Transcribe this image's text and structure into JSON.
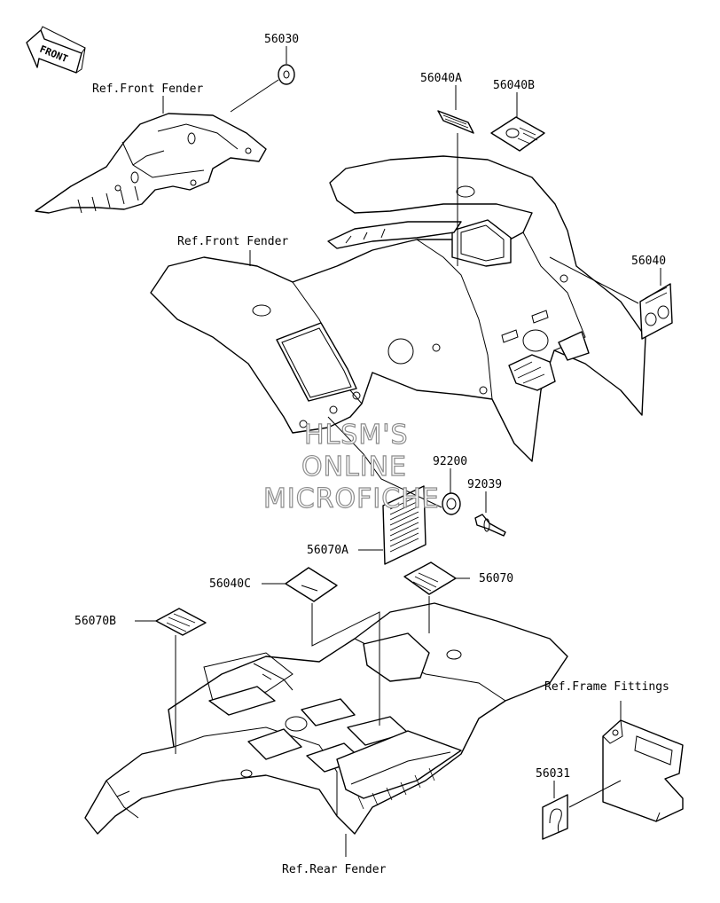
{
  "labels": {
    "p56030": "56030",
    "p56040a": "56040A",
    "p56040b": "56040B",
    "p56040": "56040",
    "p92200": "92200",
    "p92039": "92039",
    "p56070a": "56070A",
    "p56040c": "56040C",
    "p56070": "56070",
    "p56070b": "56070B",
    "p56031": "56031"
  },
  "references": {
    "front_fender_top": "Ref.Front Fender",
    "front_fender": "Ref.Front Fender",
    "frame_fittings": "Ref.Frame Fittings",
    "rear_fender": "Ref.Rear Fender"
  },
  "direction_arrow": "FRONT",
  "watermark": [
    "HLSM'S",
    "ONLINE",
    "MICROFICHE"
  ]
}
